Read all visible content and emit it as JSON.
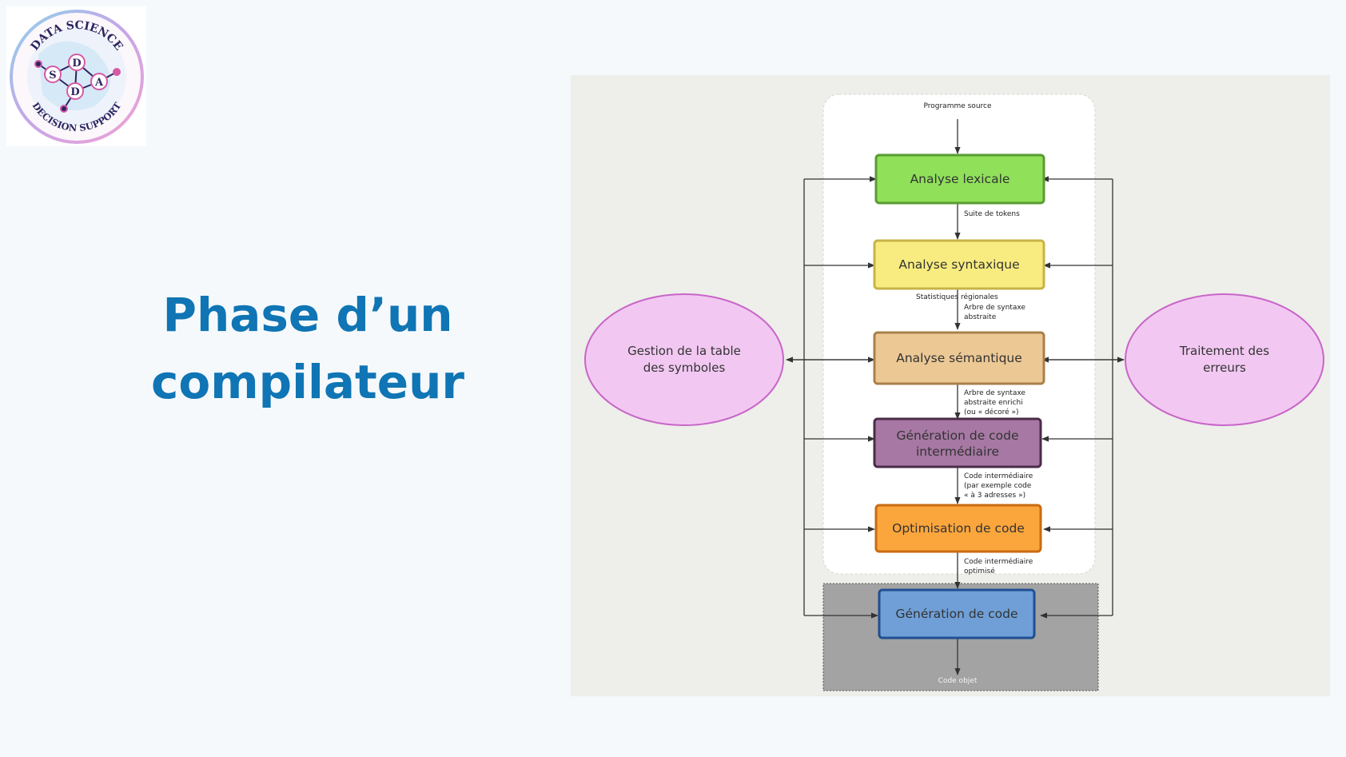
{
  "logo": {
    "ring_top": "DATA SCIENCE",
    "ring_bottom": "DECISION SUPPORT",
    "letters": [
      "S",
      "D",
      "D",
      "A"
    ]
  },
  "title": "Phase d’un\ncompilateur",
  "diagram": {
    "source_label": "Programme source",
    "phases": [
      {
        "label": "Analyse lexicale",
        "color": "#90e05a",
        "border": "#5a9b32"
      },
      {
        "label": "Analyse syntaxique",
        "color": "#f8ec80",
        "border": "#c7b348"
      },
      {
        "label": "Analyse sémantique",
        "color": "#ecc895",
        "border": "#a9804a"
      },
      {
        "label_lines": [
          "Génération de code",
          "intermédiaire"
        ],
        "color": "#a678a3",
        "border": "#4b2b4a"
      },
      {
        "label": "Optimisation de code",
        "color": "#fba63c",
        "border": "#c86b12"
      },
      {
        "label": "Génération de code",
        "color": "#6f9fd6",
        "border": "#1f4f91"
      }
    ],
    "edge_labels": [
      [
        "Suite de tokens"
      ],
      [
        "Arbre de syntaxe",
        "abstraite"
      ],
      [
        "Arbre de syntaxe",
        "abstraite enrichi",
        "(ou « décoré »)"
      ],
      [
        "Code intermédiaire",
        "(par exemple code",
        "« à 3 adresses »)"
      ],
      [
        "Code intermédiaire",
        "optimisé"
      ]
    ],
    "regional_stats": "Statistiques régionales",
    "output_label": "Code objet",
    "left_ellipse": [
      "Gestion de la table",
      "des symboles"
    ],
    "right_ellipse": [
      "Traitement des",
      "erreurs"
    ],
    "colors": {
      "panel": "#eeeeea",
      "front_panel": "#ffffff",
      "back_panel": "#a3a3a3",
      "ellipse_fill": "#f2c8f2",
      "ellipse_border": "#c866c8"
    }
  }
}
